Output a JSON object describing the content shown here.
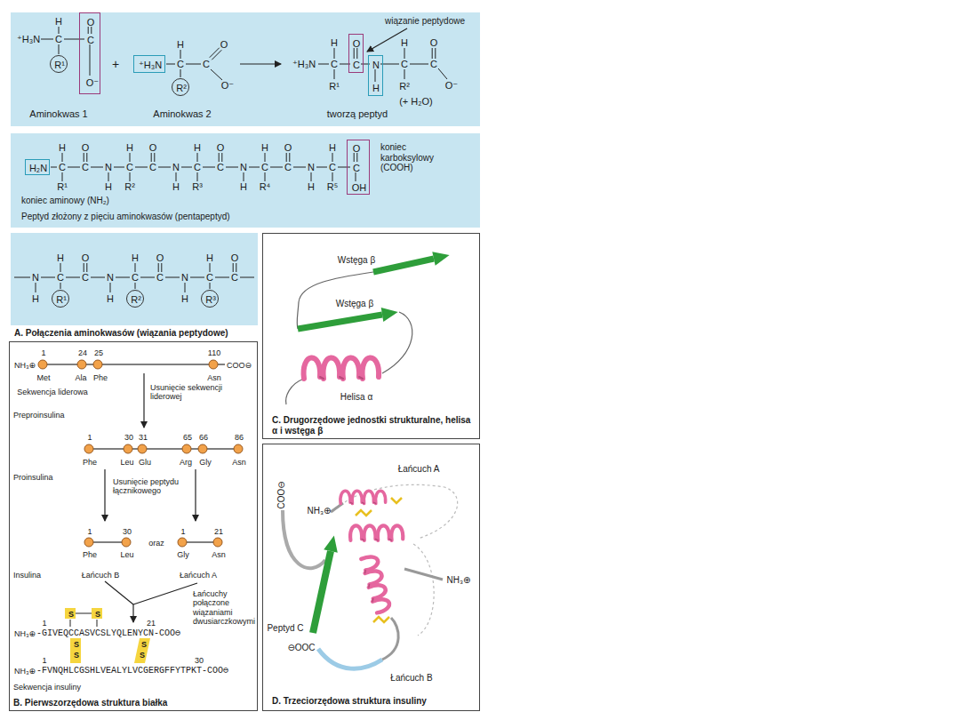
{
  "diagram": {
    "nodes": [
      {
        "text": [
          "H",
          "⁺H₃N",
          "C",
          "Aminokwas 1",
          "+",
          "H",
          "C",
          "C",
          "O",
          "O⁻",
          "Aminokwas 2",
          "wiązanie peptydowe",
          "H",
          "⁺H₃N",
          "C",
          "R¹",
          "H",
          "C",
          "R²",
          "O",
          "C",
          "O⁻",
          "(+ H₂O)",
          "tworzą peptyd"
        ]
      },
      {
        "text": [
          "O",
          "C",
          "O⁻"
        ],
        "in": 0
      },
      {
        "text": [
          "R¹"
        ],
        "in": 0
      },
      {
        "text": [
          "⁺H₃N"
        ],
        "in": 0
      },
      {
        "text": [
          "R²"
        ],
        "in": 0
      },
      {
        "text": [
          "O",
          "C"
        ],
        "in": 0
      },
      {
        "text": [
          "N",
          "H"
        ],
        "in": 0
      },
      {
        "text": [
          "C",
          "C",
          "N",
          "C",
          "C",
          "N",
          "C",
          "C",
          "N",
          "C",
          "C",
          "N",
          "C",
          "H",
          "O",
          "H",
          "O",
          "H",
          "O",
          "H",
          "O",
          "H",
          "R¹",
          "H",
          "R²",
          "H",
          "R³",
          "H",
          "R⁴",
          "H",
          "R⁵",
          "koniec karboksylowy (COOH)",
          "koniec aminowy (NH₂)",
          "Peptyd złożony z pięciu aminokwasów (pentapeptyd)"
        ]
      },
      {
        "text": [
          "H₂N"
        ],
        "in": 7
      },
      {
        "text": [
          "O",
          "C",
          "OH"
        ],
        "in": 7
      },
      {
        "text": [
          "N",
          "C",
          "C",
          "N",
          "C",
          "C",
          "N",
          "C",
          "C",
          "H",
          "O",
          "H",
          "O",
          "H",
          "O",
          "H",
          "H",
          "H"
        ]
      },
      {
        "text": [
          "R¹"
        ],
        "in": 10
      },
      {
        "text": [
          "R²"
        ],
        "in": 10
      },
      {
        "text": [
          "R³"
        ],
        "in": 10
      },
      {
        "text": [
          "1",
          "24",
          "25",
          "110",
          "NH₃⊕",
          "COO⊖",
          "Met",
          "Ala",
          "Phe",
          "Asn",
          "Sekwencja liderowa",
          "Usunięcie sekwencji liderowej",
          "Preproinsulina",
          "1",
          "30",
          "31",
          "65",
          "66",
          "86",
          "Phe",
          "Leu",
          "Glu",
          "Arg",
          "Gly",
          "Asn",
          "Proinsulina",
          "Usunięcie peptydu łącznikowego",
          "1",
          "30",
          "Phe",
          "Leu",
          "oraz",
          "1",
          "21",
          "Gly",
          "Asn",
          "Insulina",
          "Łańcuch B",
          "Łańcuch A",
          "Łańcuchy połączone wiązaniami dwusiarczkowymi",
          "21",
          "1",
          "NH₃⊕",
          "-GIVEQCCASVCSLYQLENYCN-COO⊖",
          "S",
          "S",
          "S",
          "S",
          "S",
          "S",
          "1",
          "30",
          "NH₃⊕",
          "-FVNQHLCGSHLVEALYLVCGERGFFYTPKT-COO⊖",
          "Sekwencja insuliny",
          "B. Pierwszorzędowa struktura białka"
        ]
      },
      {
        "text": [
          "Wstęga β",
          "Wstęga β",
          "Helisa α",
          "C. Drugorzędowe jednostki strukturalne, helisa α i wstęga β"
        ]
      },
      {
        "text": [
          "Łańcuch A",
          "COO⊖",
          "NH₃⊕",
          "NH₃⊕",
          "Peptyd C",
          "⊖OOC",
          "Łańcuch B",
          "D. Trzeciorzędowa struktura insuliny"
        ]
      }
    ],
    "labels": [
      "A. Połączenia aminokwasów (wiązania peptydowe)"
    ]
  }
}
